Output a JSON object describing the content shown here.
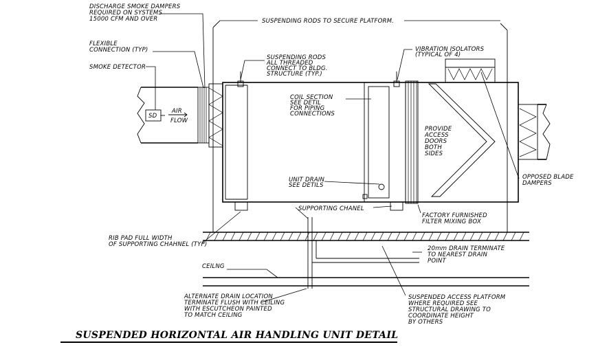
{
  "labels": {
    "discharge_smoke_dampers": [
      "DISCHARGE SMOKE DAMPERS",
      "REQUIRED ON SYSTEMS",
      "15000 CFM AND OVER"
    ],
    "suspending_rods_secure": [
      "SUSPENDING RODS TO SECURE PLATFORM."
    ],
    "flexible_connection": [
      "FLEXIBLE",
      "CONNECTION (TYP)"
    ],
    "smoke_detector": [
      "SMOKE DETECTOR"
    ],
    "suspending_rods_threaded": [
      "SUSPENDING RODS",
      "ALL THREADED",
      "CONNECT TO BLDG.",
      "STRUCTURE (TYP.)"
    ],
    "vibration_isolators": [
      "VIBRATION ISOLATORS",
      "(TYPICAL OF 4)"
    ],
    "coil_section": [
      "COIL SECTION",
      "SEE DETIL",
      "FOR PIPING",
      "CONNECTIONS"
    ],
    "provide_access_doors": [
      "PROVIDE",
      "ACCESS",
      "DOORS",
      "BOTH",
      "SIDES"
    ],
    "unit_drain": [
      "UNIT DRAIN",
      "SEE DETILS"
    ],
    "opposed_blade_dampers": [
      "OPPOSED BLADE",
      "DAMPERS"
    ],
    "supporting_channel": [
      "SUPPORTING CHANEL"
    ],
    "factory_filter_box": [
      "FACTORY FURNISHED",
      "FILTER MIXING BOX"
    ],
    "rib_pad": [
      "RIB PAD FULL WIDTH",
      "OF SUPPORTING CHAHNEL (TYP)"
    ],
    "drain_terminate": [
      "20mm DRAIN TERMINATE",
      "TO NEAREST DRAIN",
      "POINT"
    ],
    "ceiling": [
      "CEILNG"
    ],
    "alternate_drain": [
      "ALTERNATE DRAIN LOCATION",
      "TERMINATE FLUSH WITH CEILING",
      "WITH ESCUTCHEON PAINTED",
      "TO MATCH CEILING"
    ],
    "suspended_platform": [
      "SUSPENDED ACCESS PLATFORM",
      "WHERE REQUIRED SEE",
      "STRUCTURAL DRAWING TO",
      "COORDINATE HEIGHT",
      "BY OTHERS"
    ]
  },
  "duct": {
    "sd_label": "SD",
    "air_label": "AIR",
    "flow_label": "FLOW"
  },
  "title": "SUSPENDED HORIZONTAL AIR HANDLING UNIT DETAIL"
}
